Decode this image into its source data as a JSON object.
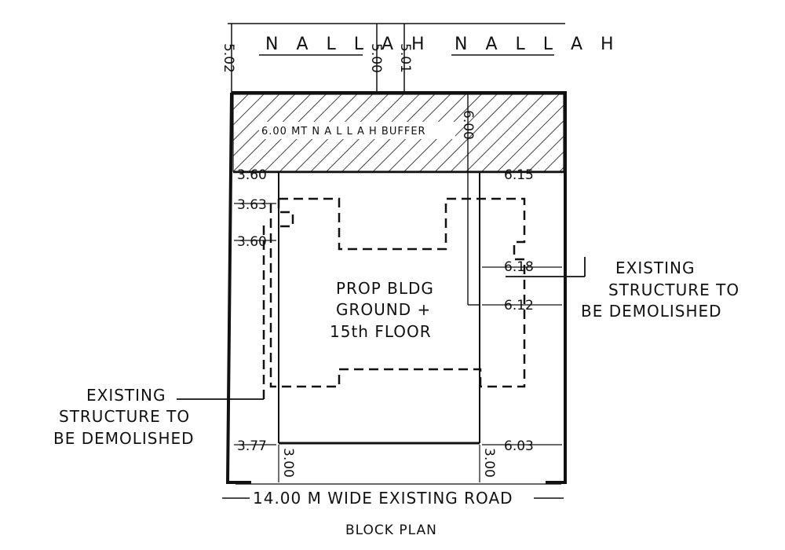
{
  "title": "BLOCK PLAN",
  "nallah_left": "N A L L A H",
  "nallah_right": "N A L L A H",
  "buffer_label": "6.00 MT N A L L A H BUFFER",
  "building": {
    "line1": "PROP BLDG",
    "line2": "GROUND +",
    "line3": "15th FLOOR"
  },
  "existing_right": {
    "line1": "EXISTING",
    "line2": "STRUCTURE TO",
    "line3": "BE DEMOLISHED"
  },
  "existing_left": {
    "line1": "EXISTING",
    "line2": "STRUCTURE TO",
    "line3": "BE DEMOLISHED"
  },
  "road_label": "14.00 M WIDE EXISTING ROAD",
  "dims": {
    "top_left": "5.02",
    "top_mid1": "5.00",
    "top_mid2": "5.01",
    "buffer_depth": "6.00",
    "left_1": "3.60",
    "left_2": "3.63",
    "left_3": "3.60",
    "left_bottom": "3.77",
    "right_1": "6.15",
    "right_2": "6.18",
    "right_3": "6.12",
    "right_bottom": "6.03",
    "bottom_left": "3.00",
    "bottom_right": "3.00"
  }
}
